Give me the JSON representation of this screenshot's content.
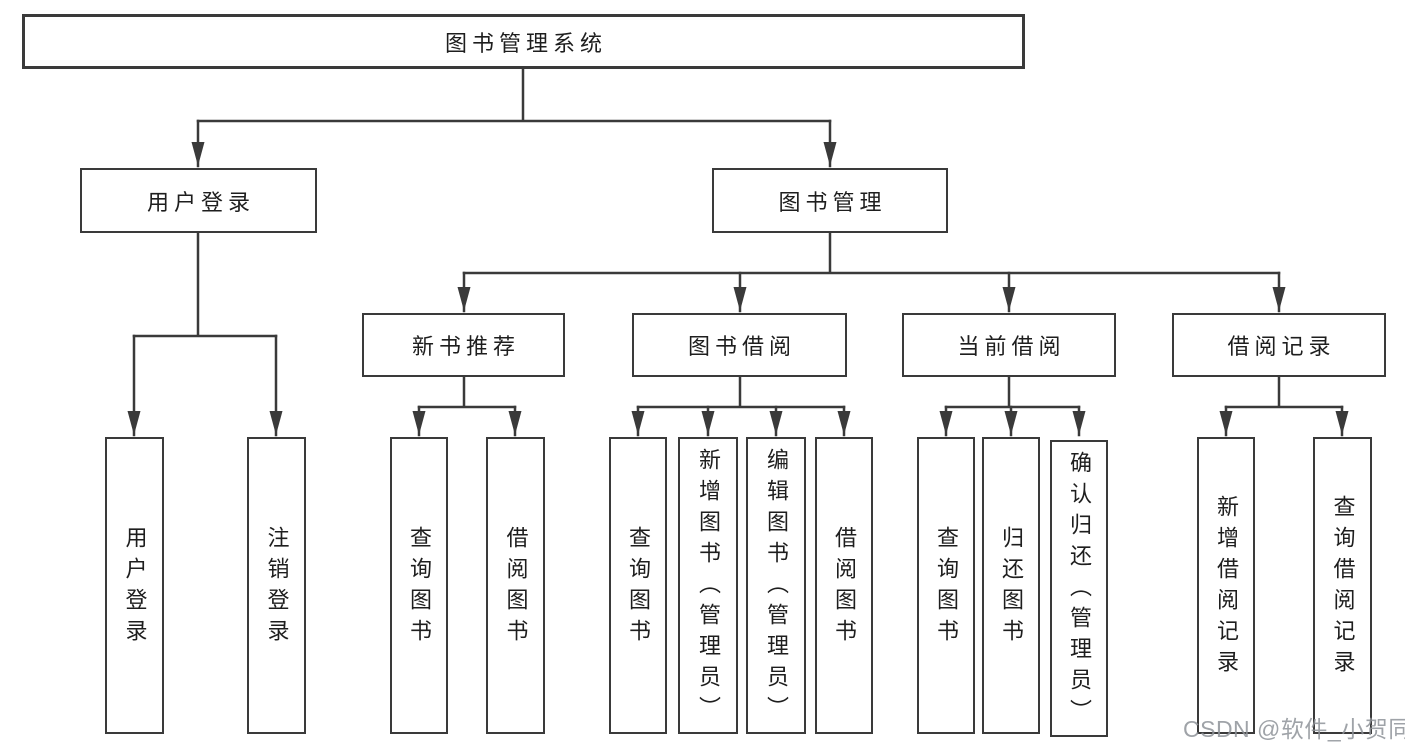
{
  "tree": {
    "label": "图书管理系统",
    "children": [
      {
        "label": "用户登录",
        "children": [
          {
            "label": "用户登录"
          },
          {
            "label": "注销登录"
          }
        ]
      },
      {
        "label": "图书管理",
        "children": [
          {
            "label": "新书推荐",
            "children": [
              {
                "label": "查询图书"
              },
              {
                "label": "借阅图书"
              }
            ]
          },
          {
            "label": "图书借阅",
            "children": [
              {
                "label": "查询图书"
              },
              {
                "label": "新增图书（管理员）"
              },
              {
                "label": "编辑图书（管理员）"
              },
              {
                "label": "借阅图书"
              }
            ]
          },
          {
            "label": "当前借阅",
            "children": [
              {
                "label": "查询图书"
              },
              {
                "label": "归还图书"
              },
              {
                "label": "确认归还（管理员）"
              }
            ]
          },
          {
            "label": "借阅记录",
            "children": [
              {
                "label": "新增借阅记录"
              },
              {
                "label": "查询借阅记录"
              }
            ]
          }
        ]
      }
    ]
  },
  "watermark": {
    "text": "CSDN @软件_小贺同学"
  },
  "colors": {
    "line": "#3a3a3a",
    "box_border": "#3a3a3a",
    "text": "#1e1e1e",
    "watermark": "#8f9399",
    "background": "#ffffff"
  }
}
